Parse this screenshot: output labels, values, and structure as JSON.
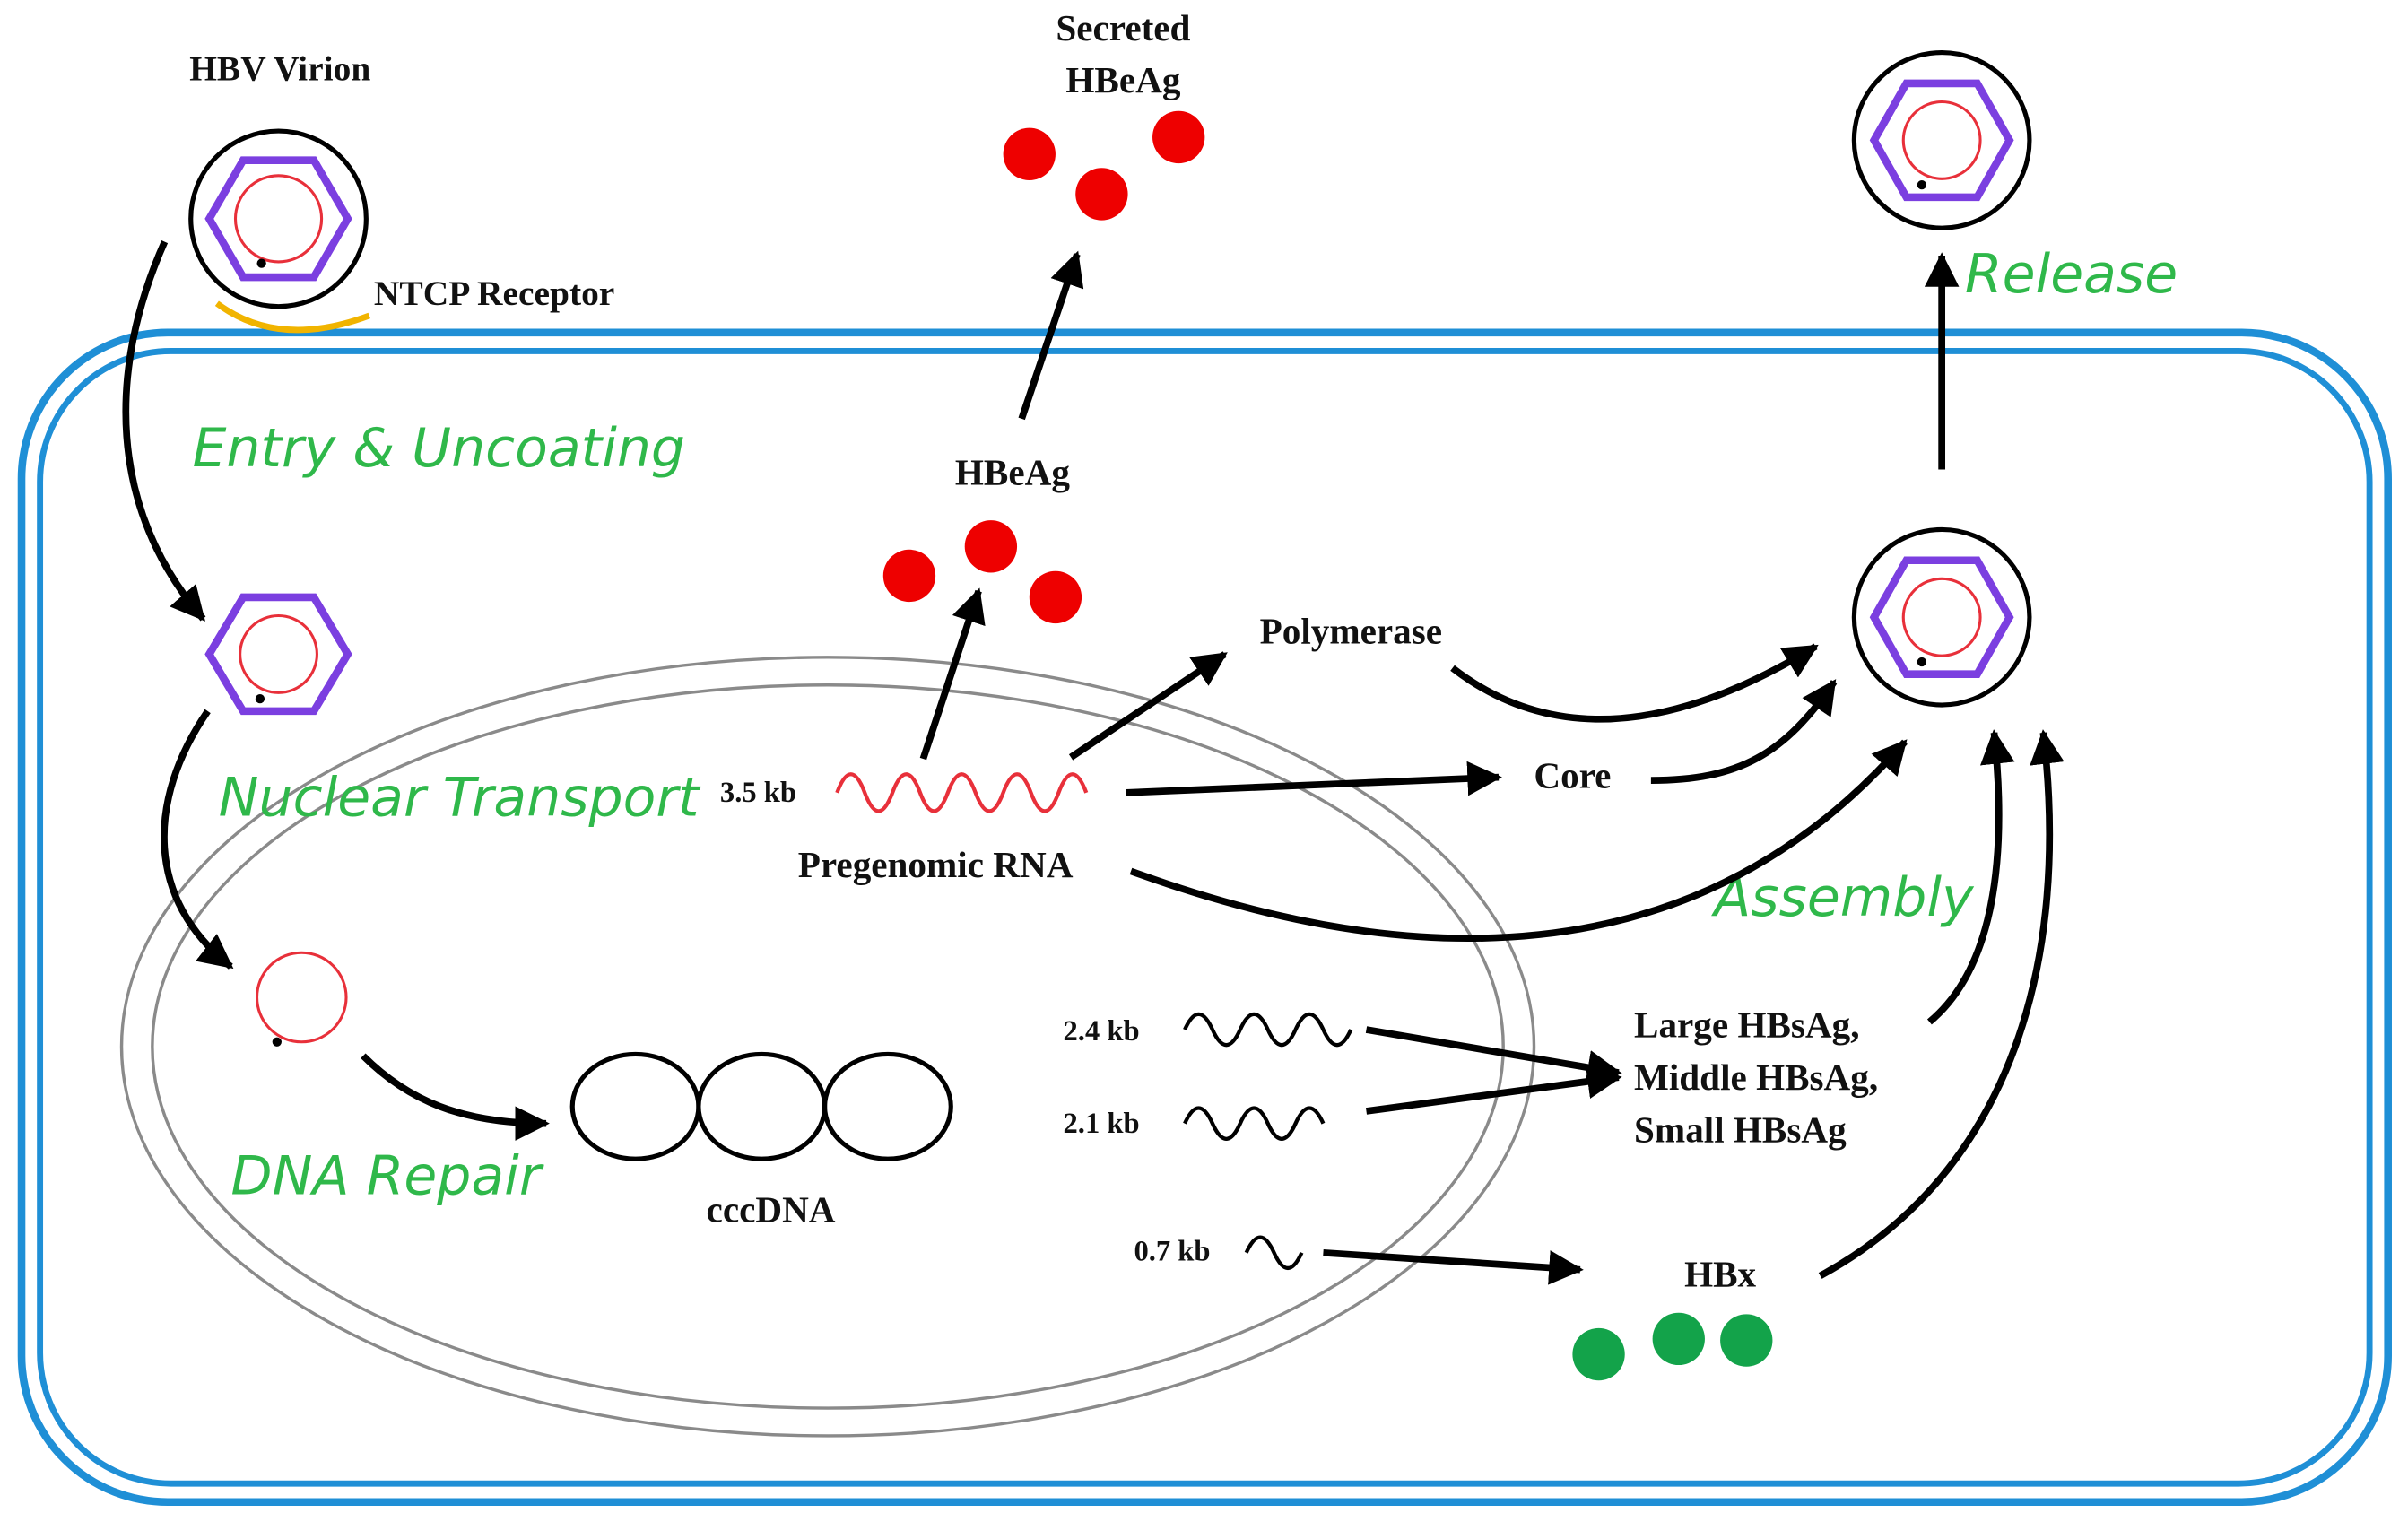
{
  "labels": {
    "hbv_virion": "HBV Virion",
    "ntcp_receptor": "NTCP Receptor",
    "secreted_hbeag": [
      "Secreted",
      "HBeAg"
    ],
    "hbeag": "HBeAg",
    "polymerase": "Polymerase",
    "core": "Core",
    "kb_3_5": "3.5 kb",
    "pregenomic_rna": "Pregenomic  RNA",
    "kb_2_4": "2.4 kb",
    "kb_2_1": "2.1 kb",
    "kb_0_7": "0.7 kb",
    "hbsag": [
      "Large HBsAg,",
      "Middle HBsAg,",
      "Small HBsAg"
    ],
    "hbx": "HBx",
    "cccdna": "cccDNA"
  },
  "steps": {
    "entry": "Entry & Uncoating",
    "nuclear": "Nuclear Transport",
    "repair": "DNA Repair",
    "assembly": "Assembly",
    "release": "Release"
  },
  "colors": {
    "membrane": "#1f8fd6",
    "nucleus": "#8a8a8a",
    "capsid": "#7b3fe0",
    "dna": "#e8303a",
    "hbeag": "#ee0000",
    "hbx": "#13a34a",
    "receptor": "#f1b400",
    "step_text": "#2fb84a"
  }
}
